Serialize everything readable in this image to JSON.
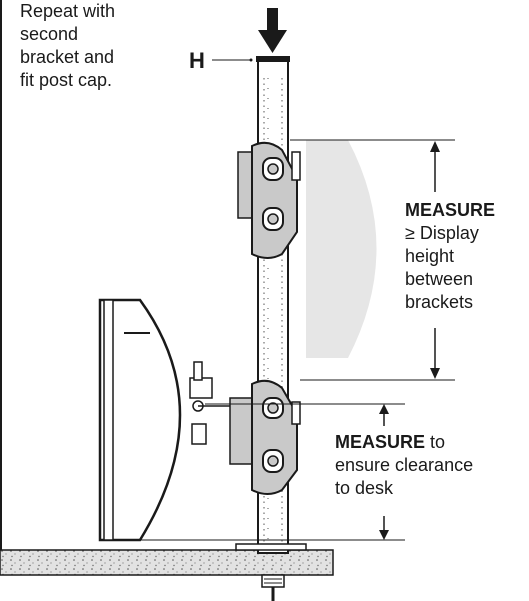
{
  "instructions": {
    "step_line1": "Repeat with",
    "step_line2": "second",
    "step_line3": "bracket and",
    "step_line4": "fit post cap."
  },
  "labels": {
    "h_marker": "H",
    "measure_top_title": "MEASURE",
    "measure_top_line1": "≥ Display",
    "measure_top_line2": "height",
    "measure_top_line3": "between",
    "measure_top_line4": "brackets",
    "measure_bottom_title": "MEASURE",
    "measure_bottom_suffix": " to",
    "measure_bottom_line2": "ensure clearance",
    "measure_bottom_line3": "to desk"
  },
  "colors": {
    "ink": "#1a1a1a",
    "ghost_display": "#e6e6e6",
    "bracket_fill": "#c9c9c9",
    "desk_fill": "#e2e2e2"
  },
  "icons": [
    "down-arrow-icon",
    "dimension-arrow-icon"
  ]
}
